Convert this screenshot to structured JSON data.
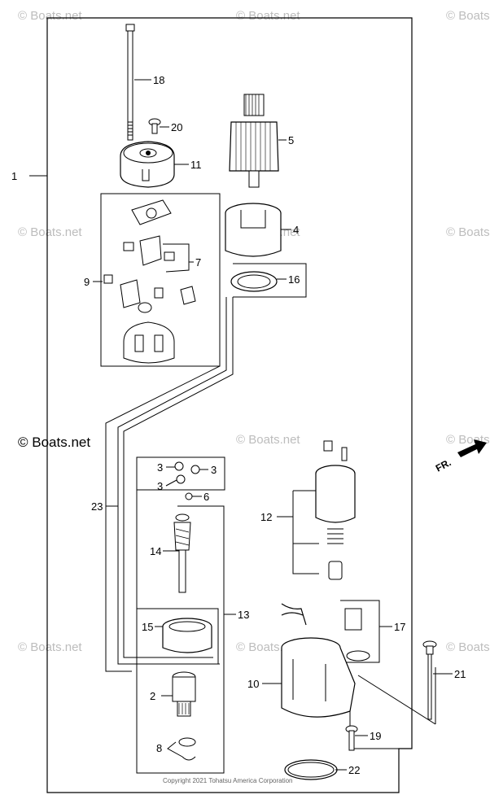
{
  "diagram": {
    "watermark_text": "© Boats.net",
    "main_watermark_text": "© Boats.net",
    "copyright": "Copyright 2021 Tohatsu America Corporation",
    "direction_label": "FR.",
    "callouts": [
      {
        "id": "c1",
        "label": "1"
      },
      {
        "id": "c2",
        "label": "2"
      },
      {
        "id": "c3a",
        "label": "3"
      },
      {
        "id": "c3b",
        "label": "3"
      },
      {
        "id": "c3c",
        "label": "3"
      },
      {
        "id": "c4",
        "label": "4"
      },
      {
        "id": "c5",
        "label": "5"
      },
      {
        "id": "c6",
        "label": "6"
      },
      {
        "id": "c7",
        "label": "7"
      },
      {
        "id": "c8",
        "label": "8"
      },
      {
        "id": "c9",
        "label": "9"
      },
      {
        "id": "c10",
        "label": "10"
      },
      {
        "id": "c11",
        "label": "11"
      },
      {
        "id": "c12",
        "label": "12"
      },
      {
        "id": "c13",
        "label": "13"
      },
      {
        "id": "c14",
        "label": "14"
      },
      {
        "id": "c15",
        "label": "15"
      },
      {
        "id": "c16",
        "label": "16"
      },
      {
        "id": "c17",
        "label": "17"
      },
      {
        "id": "c18",
        "label": "18"
      },
      {
        "id": "c19",
        "label": "19"
      },
      {
        "id": "c20",
        "label": "20"
      },
      {
        "id": "c21",
        "label": "21"
      },
      {
        "id": "c22",
        "label": "22"
      },
      {
        "id": "c23",
        "label": "23"
      }
    ]
  }
}
